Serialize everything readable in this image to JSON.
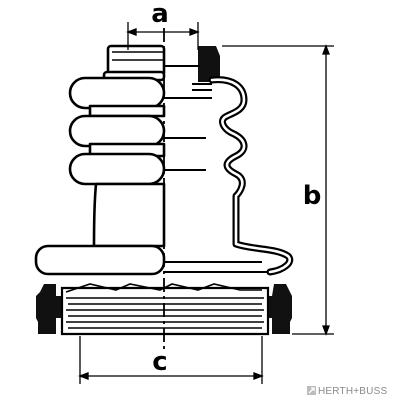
{
  "dimension_labels": {
    "a": "a",
    "b": "b",
    "c": "c"
  },
  "brand": {
    "text": "HERTH+BUSS",
    "logo": "hb-arrow-logo"
  },
  "colors": {
    "line": "#000000",
    "background": "#ffffff",
    "brand_gray": "#8a8a8a"
  }
}
